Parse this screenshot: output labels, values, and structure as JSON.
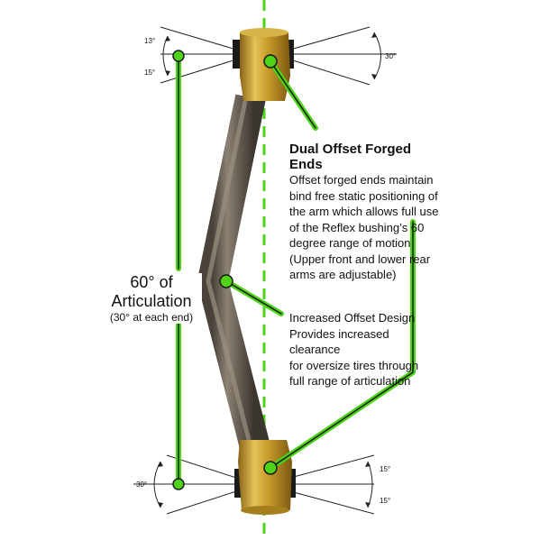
{
  "callouts": {
    "ends": {
      "title": "Dual Offset Forged Ends",
      "lines": [
        "Offset forged ends maintain",
        "bind free static positioning of",
        "the arm which allows full use",
        "of the Reflex bushing’s 60",
        "degree range of motion",
        "(Upper front and lower rear",
        "arms are adjustable)"
      ]
    },
    "offset": {
      "lines": [
        "Increased Offset Design",
        "Provides increased clearance",
        "for oversize tires through",
        "full range of articulation"
      ]
    }
  },
  "articulation": {
    "title": "60° of Articulation",
    "subtitle": "(30° at each end)"
  },
  "angles": {
    "top_up": "13°",
    "top_down": "15°",
    "top_right": "30°",
    "bottom_left": "30°",
    "bottom_up": "15°",
    "bottom_down": "15°"
  },
  "colors": {
    "accent_green": "#4dd418",
    "tube": "#6f6558",
    "brass": "#c49a2a",
    "bushing": "#1a1a1a",
    "centerline": "#4dd418"
  }
}
